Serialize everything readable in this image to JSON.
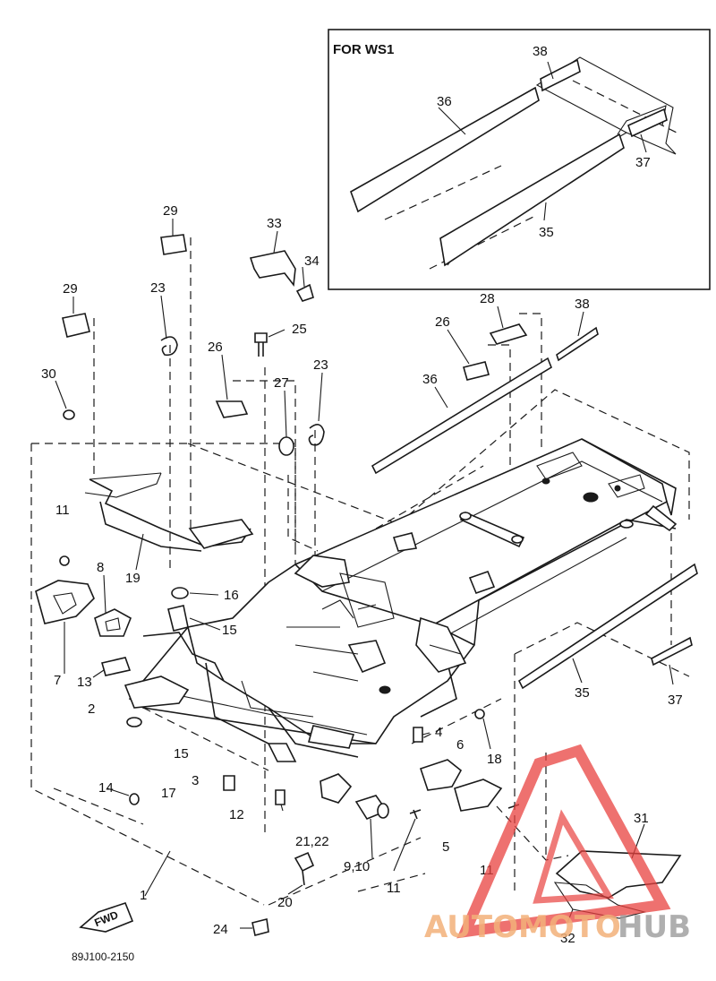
{
  "inset": {
    "title": "FOR WS1",
    "callouts": [
      "38",
      "36",
      "37",
      "35"
    ]
  },
  "callouts": {
    "c29a": "29",
    "c29b": "29",
    "c33": "33",
    "c34": "34",
    "c23a": "23",
    "c25": "25",
    "c30": "30",
    "c26a": "26",
    "c27": "27",
    "c23b": "23",
    "c28": "28",
    "c26b": "26",
    "c38": "38",
    "c36": "36",
    "c11a": "11",
    "c19": "19",
    "c8": "8",
    "c16": "16",
    "c15a": "15",
    "c7": "7",
    "c13": "13",
    "c2": "2",
    "c4": "4",
    "c6": "6",
    "c18": "18",
    "c35": "35",
    "c37": "37",
    "c15b": "15",
    "c3": "3",
    "c14": "14",
    "c17": "17",
    "c12": "12",
    "c2122": "21,22",
    "c910": "9,10",
    "c11b": "11",
    "c5": "5",
    "c11c": "11",
    "c31": "31",
    "c1": "1",
    "c20": "20",
    "c24": "24",
    "c32": "32"
  },
  "fwd_label": "FWD",
  "diagram_code": "89J100-2150",
  "watermark": {
    "part1": "AUTOMOTO",
    "part2": "HUB",
    "color_accent": "#e8423f",
    "color_orange": "#f3b17a",
    "color_gray": "#9c9c9c"
  }
}
